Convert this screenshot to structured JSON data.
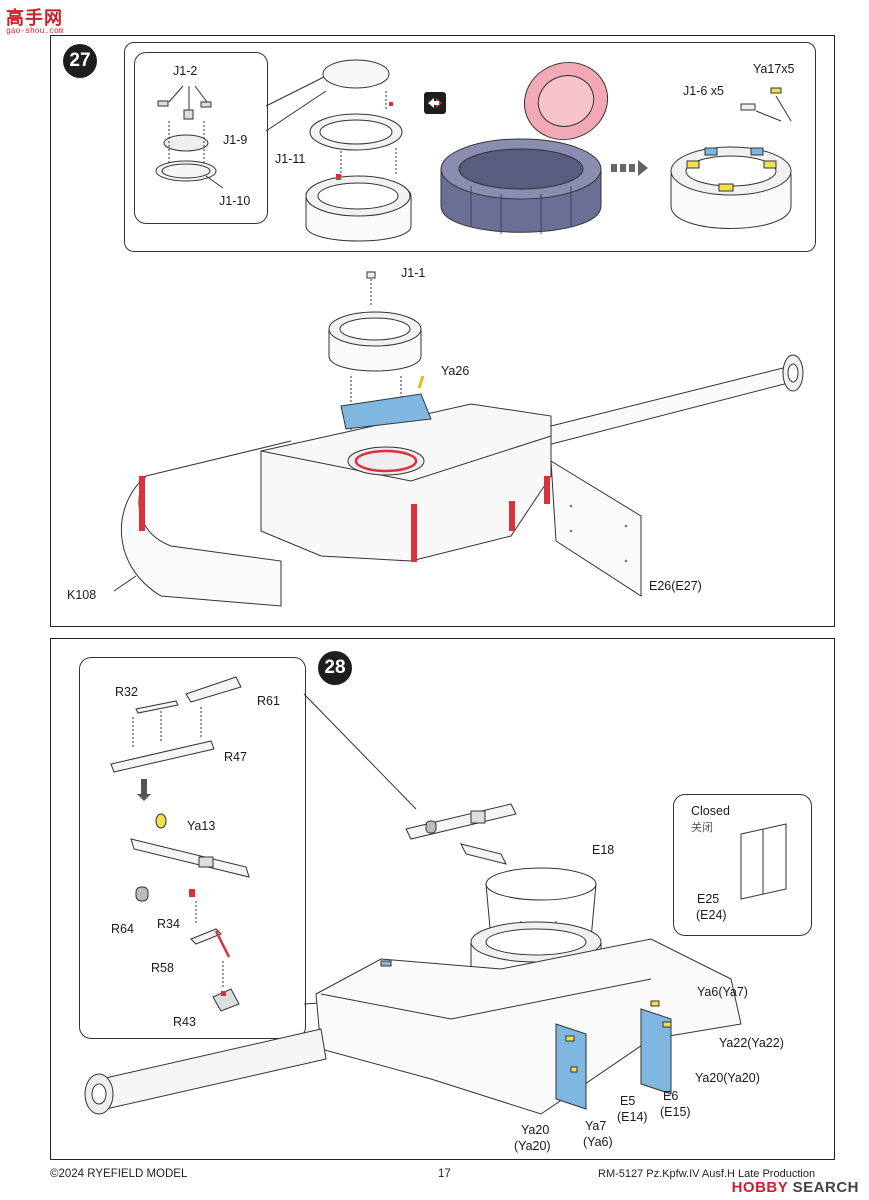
{
  "watermark": {
    "site_name": "高手网",
    "site_url": "gao-shou.com"
  },
  "step27": {
    "number": "27",
    "labels": {
      "j1_2": "J1-2",
      "j1_9": "J1-9",
      "j1_10": "J1-10",
      "j1_11": "J1-11",
      "ya17": "Ya17x5",
      "j1_6": "J1-6 x5",
      "j1_1": "J1-1",
      "ya26": "Ya26",
      "k108": "K108",
      "e26": "E26(E27)"
    }
  },
  "step28": {
    "number": "28",
    "labels": {
      "r32": "R32",
      "r61": "R61",
      "r47": "R47",
      "ya13": "Ya13",
      "r64": "R64",
      "r34": "R34",
      "r58": "R58",
      "r43": "R43",
      "e18": "E18",
      "closed": "Closed",
      "closed_cn": "关闭",
      "e25": "E25",
      "e24": "(E24)",
      "ya6": "Ya6(Ya7)",
      "ya22": "Ya22(Ya22)",
      "ya20_right": "Ya20(Ya20)",
      "e6": "E6",
      "e15": "(E15)",
      "e5": "E5",
      "e14": "(E14)",
      "ya7": "Ya7",
      "ya6_paren": "(Ya6)",
      "ya20_left": "Ya20",
      "ya20_left_paren": "(Ya20)"
    }
  },
  "footer": {
    "copyright": "©2024 RYEFIELD MODEL",
    "page_number": "17",
    "product": "RM-5127 Pz.Kpfw.IV Ausf.H Late Production",
    "hobby_logo_1": "HOBBY",
    "hobby_logo_2": "SEARCH"
  },
  "colors": {
    "blue_part": "#7fb7e0",
    "red_part": "#d9323a",
    "yellow_part": "#f0e04a",
    "pink_part": "#f2a8b6",
    "navy_part": "#6b6f96",
    "line": "#333333"
  }
}
